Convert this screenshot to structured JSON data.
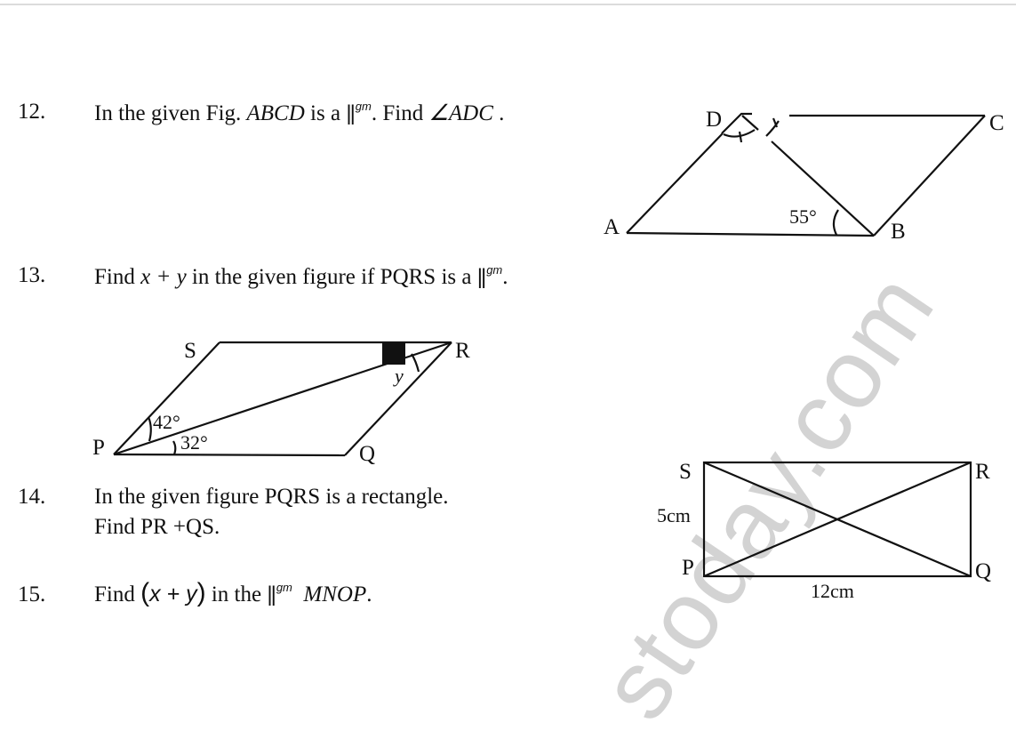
{
  "watermark": "stoday.com",
  "questions": [
    {
      "number": "12.",
      "parts": [
        "In the given Fig. ",
        "ABCD",
        " is a ",
        "||",
        "gm",
        ". Find ",
        "∠ADC",
        "."
      ]
    },
    {
      "number": "13.",
      "parts": [
        "Find ",
        "x + y",
        " in the given figure if PQRS is a ",
        "||",
        "gm",
        "."
      ]
    },
    {
      "number": "14.",
      "line1": "In the given figure PQRS is a rectangle.",
      "line2": "Find PR +QS."
    },
    {
      "number": "15.",
      "parts": [
        "Find ",
        "(",
        "x + y",
        ")",
        " in the ",
        "||",
        "gm",
        " MNOP",
        "."
      ]
    }
  ],
  "figures": {
    "fig12": {
      "labels": {
        "A": "A",
        "B": "B",
        "C": "C",
        "D": "D"
      },
      "angle": "55°"
    },
    "fig13": {
      "labels": {
        "P": "P",
        "Q": "Q",
        "R": "R",
        "S": "S"
      },
      "angle1": "42°",
      "angle2": "32°",
      "y": "y"
    },
    "fig14": {
      "labels": {
        "P": "P",
        "Q": "Q",
        "R": "R",
        "S": "S"
      },
      "side": "5cm",
      "base": "12cm"
    }
  }
}
